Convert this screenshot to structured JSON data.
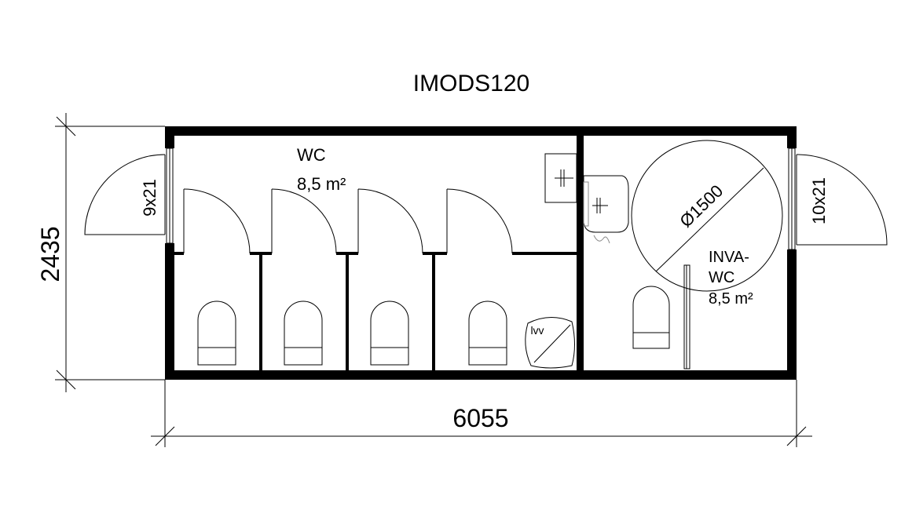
{
  "title": "IMODS120",
  "dimensions": {
    "width": "6055",
    "depth": "2435"
  },
  "rooms": {
    "wc": {
      "name": "WC",
      "area": "8,5 m²"
    },
    "inva_wc": {
      "name_line1": "INVA-",
      "name_line2": "WC",
      "area": "8,5 m²"
    }
  },
  "doors": {
    "left": "9x21",
    "right": "10x21"
  },
  "turning_circle": "Ø1500",
  "fixture_label": "lvv"
}
